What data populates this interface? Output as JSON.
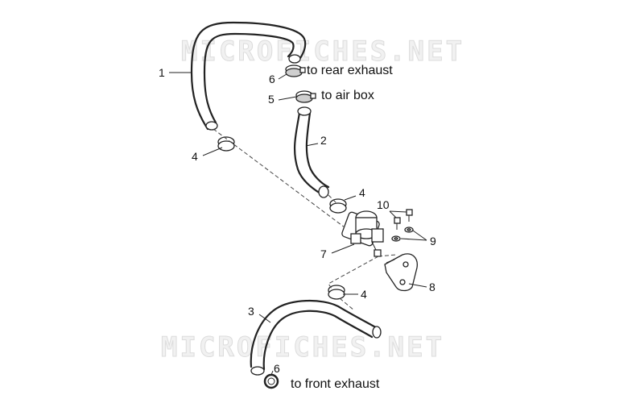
{
  "watermark": "MICROFICHES.NET",
  "callouts": {
    "p1": "1",
    "p2": "2",
    "p3": "3",
    "p4a": "4",
    "p4b": "4",
    "p4c": "4",
    "p5": "5",
    "p6a": "6",
    "p6b": "6",
    "p7": "7",
    "p8": "8",
    "p9": "9",
    "p10": "10"
  },
  "destinations": {
    "rear": "to rear exhaust",
    "airbox": "to air box",
    "front": "to front exhaust"
  }
}
